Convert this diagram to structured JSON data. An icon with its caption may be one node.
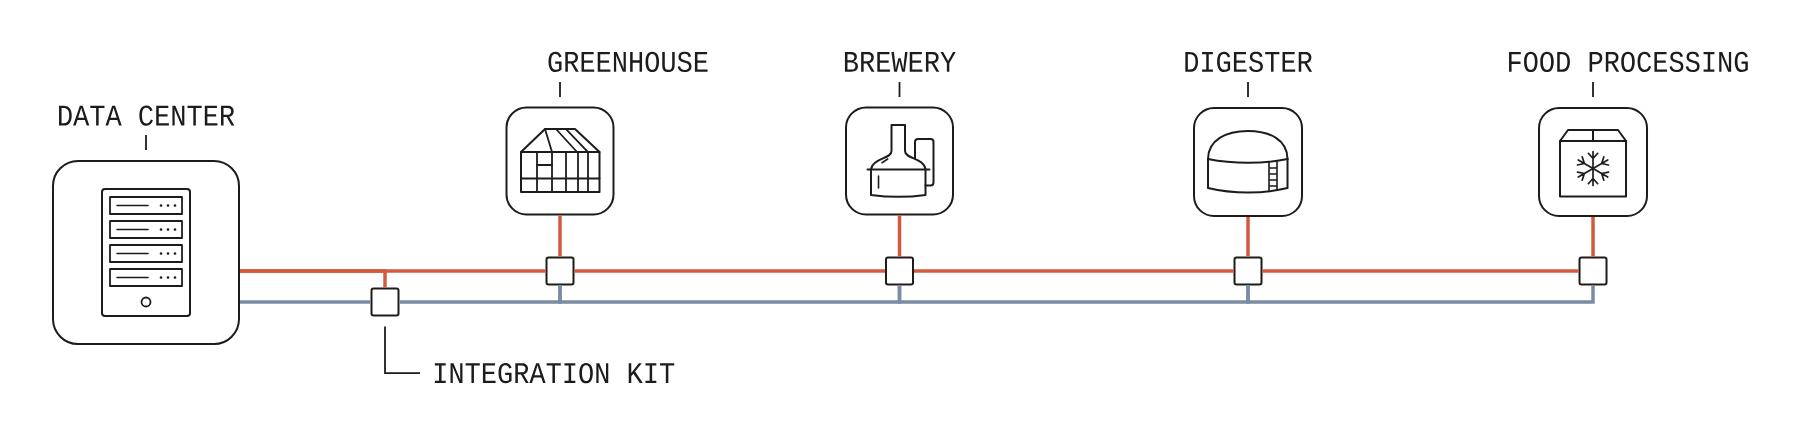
{
  "diagram": {
    "nodes": [
      {
        "text": [
          "DATA CENTER"
        ]
      },
      {
        "text": [
          "GREENHOUSE"
        ]
      },
      {
        "text": [
          "BREWERY"
        ]
      },
      {
        "text": [
          "DIGESTER"
        ]
      },
      {
        "text": [
          "FOOD PROCESSING"
        ]
      },
      {
        "text": [],
        "shape": "box"
      },
      {
        "text": [],
        "shape": "box"
      },
      {
        "text": [],
        "shape": "box"
      },
      {
        "text": [],
        "shape": "box"
      },
      {
        "text": [],
        "shape": "box"
      },
      {
        "text": [
          "INTEGRATION KIT"
        ]
      }
    ],
    "edges": [
      {
        "from": 0,
        "to": 6,
        "arrow": "none"
      },
      {
        "from": 0,
        "to": 5,
        "arrow": "none"
      },
      {
        "from": 0,
        "to": 5,
        "arrow": "none",
        "color": "#7a8ca3"
      },
      {
        "from": 1,
        "to": 6,
        "arrow": "none"
      },
      {
        "from": 6,
        "to": 7,
        "arrow": "none"
      },
      {
        "from": 2,
        "to": 7,
        "arrow": "none"
      },
      {
        "from": 7,
        "to": 8,
        "arrow": "none"
      },
      {
        "from": 3,
        "to": 8,
        "arrow": "none"
      },
      {
        "from": 8,
        "to": 9,
        "arrow": "none"
      },
      {
        "from": 4,
        "to": 9,
        "arrow": "none"
      },
      {
        "from": 5,
        "to": 6,
        "arrow": "none",
        "color": "#7a8ca3"
      },
      {
        "from": 6,
        "to": 7,
        "arrow": "none",
        "color": "#7a8ca3"
      },
      {
        "from": 7,
        "to": 8,
        "arrow": "none",
        "color": "#7a8ca3"
      },
      {
        "from": 8,
        "to": 9,
        "arrow": "none",
        "color": "#7a8ca3"
      },
      {
        "from": 10,
        "to": 5,
        "arrow": "none",
        "color": "#1e1c1a"
      }
    ]
  }
}
